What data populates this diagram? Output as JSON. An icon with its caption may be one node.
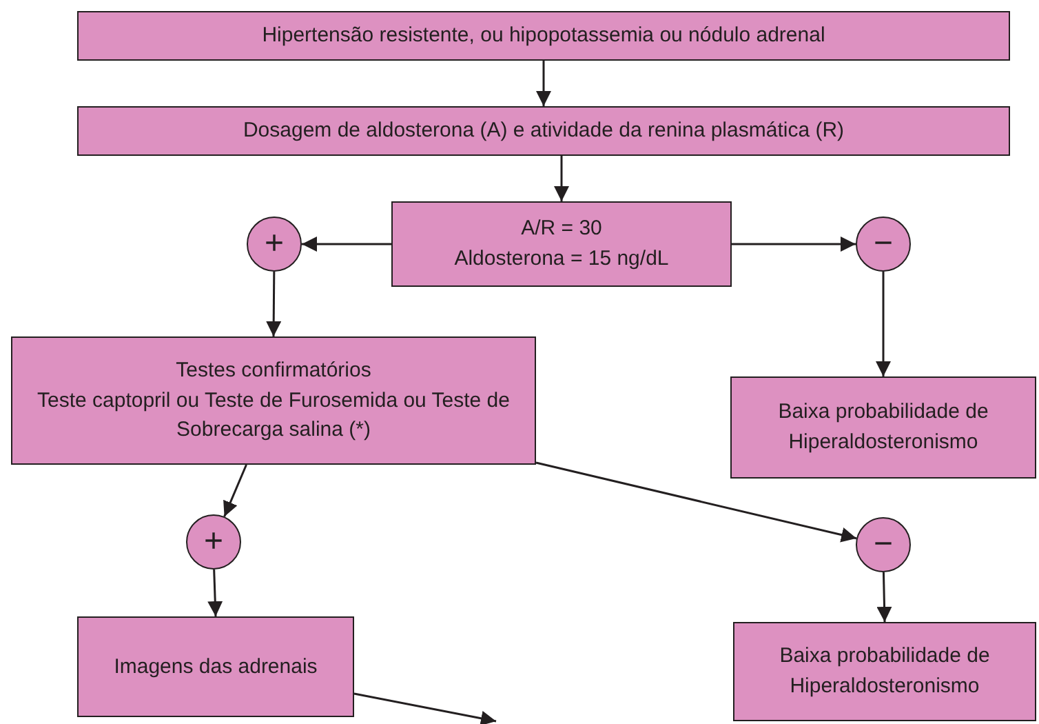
{
  "diagram": {
    "nodes": [
      {
        "text": [
          "Hipertensão resistente, ou hipopotassemia ou nódulo adrenal"
        ]
      },
      {
        "text": [
          "Dosagem de aldosterona (A) e atividade da renina plasmática (R)"
        ]
      },
      {
        "text": [
          "A/R = 30",
          "Aldosterona = 15 ng/dL"
        ]
      },
      {
        "text": [
          "+"
        ]
      },
      {
        "text": [
          "−"
        ]
      },
      {
        "text": [
          "Testes confirmatórios",
          "Teste captopril ou Teste de Furosemida ou Teste de Sobrecarga salina (*)"
        ]
      },
      {
        "text": [
          "Baixa probabilidade de Hiperaldosteronismo"
        ]
      },
      {
        "text": [
          "+"
        ]
      },
      {
        "text": [
          "−"
        ]
      },
      {
        "text": [
          "Imagens das adrenais"
        ]
      },
      {
        "text": [
          "Baixa probabilidade de Hiperaldosteronismo"
        ]
      }
    ],
    "edges": [
      {
        "from": 0,
        "to": 1,
        "arrow": "to"
      },
      {
        "from": 1,
        "to": 2,
        "arrow": "to"
      },
      {
        "from": 2,
        "to": 3,
        "arrow": "to"
      },
      {
        "from": 2,
        "to": 4,
        "arrow": "to"
      },
      {
        "from": 3,
        "to": 5,
        "arrow": "to"
      },
      {
        "from": 4,
        "to": 6,
        "arrow": "to"
      },
      {
        "from": 5,
        "to": 7,
        "arrow": "to"
      },
      {
        "from": 5,
        "to": 8,
        "arrow": "to"
      },
      {
        "from": 7,
        "to": 9,
        "arrow": "to"
      },
      {
        "from": 8,
        "to": 10,
        "arrow": "to"
      },
      {
        "from": 9,
        "to": null,
        "arrow": "to"
      }
    ]
  }
}
